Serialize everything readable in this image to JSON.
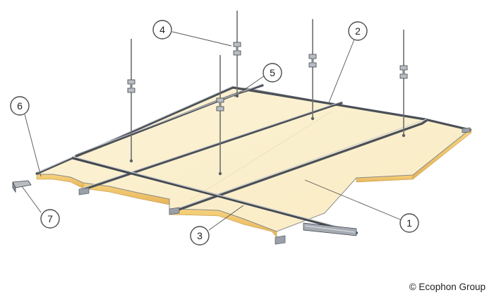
{
  "diagram": {
    "callouts": [
      {
        "label": "1",
        "part": "ceiling panel"
      },
      {
        "label": "2",
        "part": "main runner"
      },
      {
        "label": "3",
        "part": "cross tee"
      },
      {
        "label": "4",
        "part": "hanger"
      },
      {
        "label": "5",
        "part": "main runner"
      },
      {
        "label": "6",
        "part": "wall angle"
      },
      {
        "label": "7",
        "part": "wall angle profile"
      }
    ],
    "copyright": "© Ecophon Group",
    "colors": {
      "panel_face": "#fbf0cc",
      "panel_edge": "#f0c368",
      "grid_metal": "#4b5057",
      "rod": "#6e6e6e"
    }
  }
}
